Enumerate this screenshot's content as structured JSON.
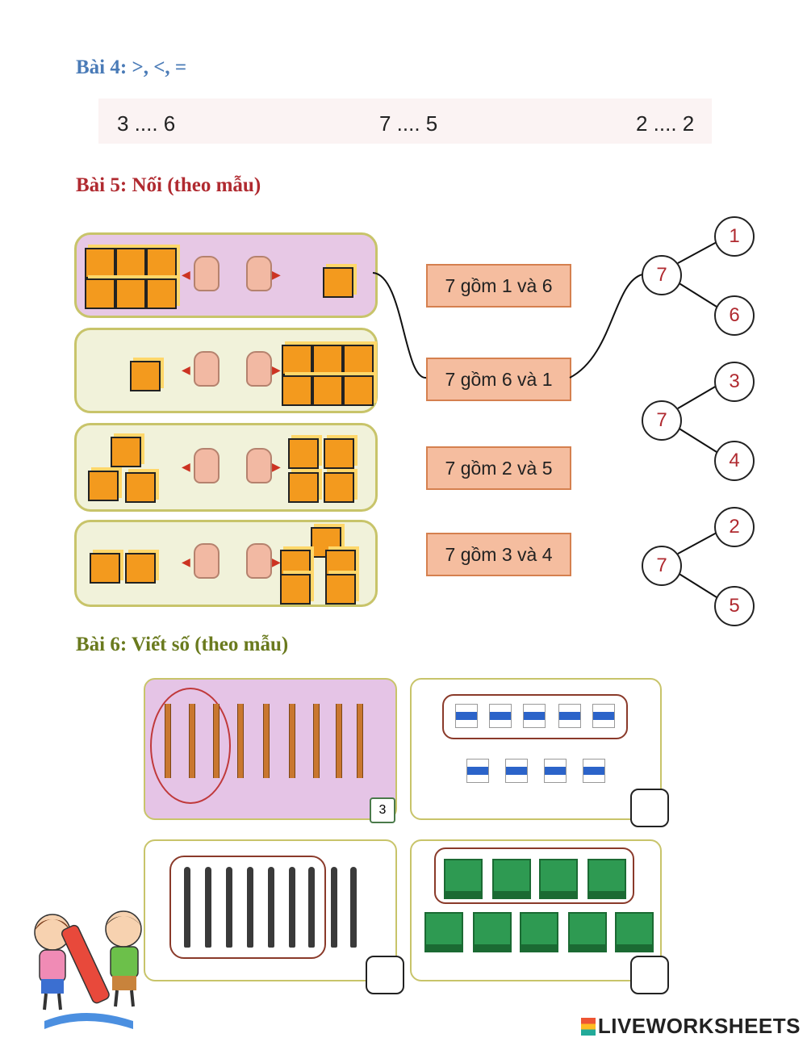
{
  "bai4": {
    "title": "Bài 4: >, <, =",
    "items": [
      "3 .... 6",
      "7 .... 5",
      "2 .... 2"
    ]
  },
  "bai5": {
    "title": "Bài 5: Nối (theo mẫu)",
    "rows": [
      {
        "left_cubes": 6,
        "right_cubes": 1
      },
      {
        "left_cubes": 1,
        "right_cubes": 6
      },
      {
        "left_cubes": 3,
        "right_cubes": 4
      },
      {
        "left_cubes": 2,
        "right_cubes": 5
      }
    ],
    "labels": [
      "7 gồm 1 và 6",
      "7 gồm 6 và 1",
      "7 gồm 2 và 5",
      "7 gồm 3 và 4"
    ],
    "trees": [
      {
        "root": "7",
        "top": "1",
        "bottom": "6"
      },
      {
        "root": "7",
        "top": "3",
        "bottom": "4"
      },
      {
        "root": "7",
        "top": "2",
        "bottom": "5"
      }
    ]
  },
  "bai6": {
    "title": "Bài 6: Viết số (theo mẫu)",
    "sample_answer": "3",
    "pencils": {
      "circled": 3,
      "total": 9
    },
    "erasers": {
      "circled": 5,
      "total": 9
    },
    "pens": {
      "circled": 7,
      "total": 9
    },
    "books": {
      "circled": 4,
      "total": 9
    }
  },
  "brand": "LIVEWORKSHEETS",
  "colors": {
    "bai4": "#4a7bb7",
    "bai5": "#b02a30",
    "bai6": "#6a7a1e"
  }
}
